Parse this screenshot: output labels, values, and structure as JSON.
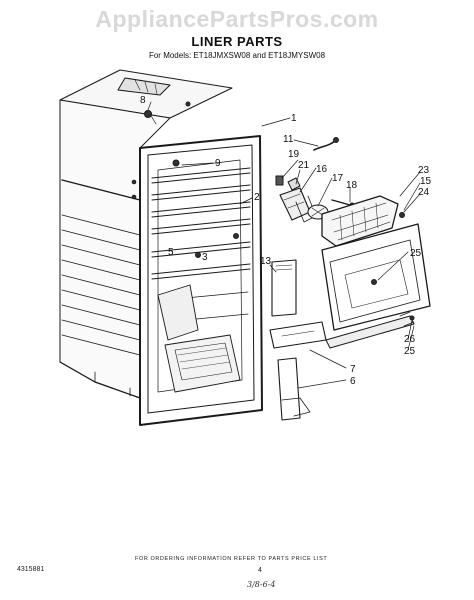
{
  "watermark": "AppliancePartsPros.com",
  "title": "LINER PARTS",
  "subtitle": "For Models: ET18JMXSW08 and ET18JMYSW08",
  "callouts": [
    {
      "id": "c1",
      "label": "1"
    },
    {
      "id": "c2",
      "label": "2"
    },
    {
      "id": "c3",
      "label": "3"
    },
    {
      "id": "c4",
      "label": "4"
    },
    {
      "id": "c5",
      "label": "5"
    },
    {
      "id": "c6",
      "label": "6"
    },
    {
      "id": "c7",
      "label": "7"
    },
    {
      "id": "c8",
      "label": "8"
    },
    {
      "id": "c9",
      "label": "9"
    },
    {
      "id": "c11",
      "label": "11"
    },
    {
      "id": "c13",
      "label": "13"
    },
    {
      "id": "c15",
      "label": "15"
    },
    {
      "id": "c16",
      "label": "16"
    },
    {
      "id": "c17",
      "label": "17"
    },
    {
      "id": "c18",
      "label": "18"
    },
    {
      "id": "c19",
      "label": "19"
    },
    {
      "id": "c21",
      "label": "21"
    },
    {
      "id": "c23",
      "label": "23"
    },
    {
      "id": "c24",
      "label": "24"
    },
    {
      "id": "c25a",
      "label": "25"
    },
    {
      "id": "c25b",
      "label": "25"
    },
    {
      "id": "c26",
      "label": "26"
    }
  ],
  "footer": {
    "ordering_note": "FOR ORDERING INFORMATION REFER TO PARTS PRICE LIST",
    "doc_number": "4315881",
    "page_number": "4",
    "handwritten": "3/8-6-4"
  }
}
